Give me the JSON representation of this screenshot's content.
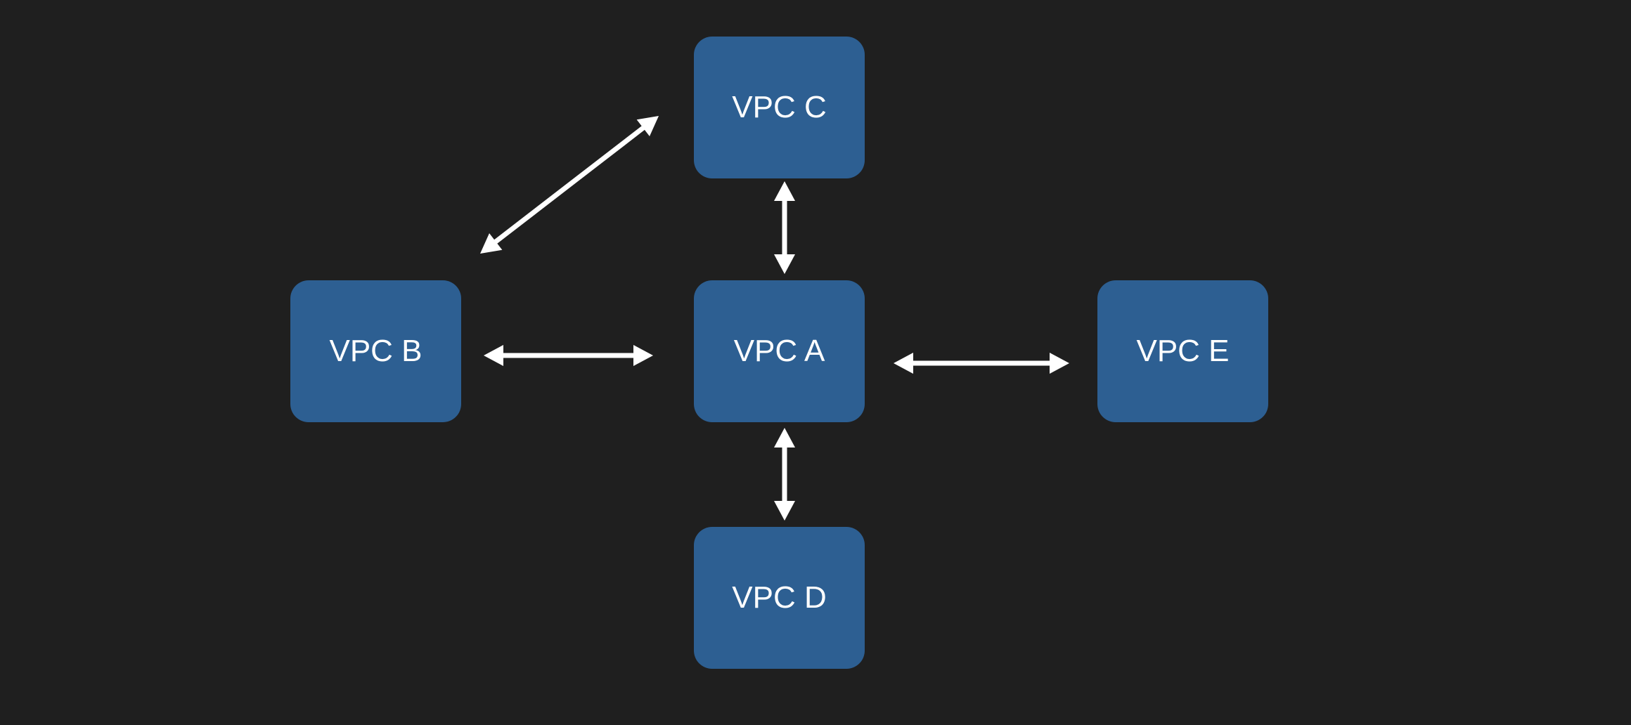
{
  "colors": {
    "background": "#1f1f1f",
    "node_fill": "#2d5f92",
    "arrow": "#ffffff"
  },
  "nodes": {
    "a": {
      "label": "VPC A"
    },
    "b": {
      "label": "VPC B"
    },
    "c": {
      "label": "VPC C"
    },
    "d": {
      "label": "VPC D"
    },
    "e": {
      "label": "VPC E"
    }
  },
  "connections": [
    {
      "from": "b",
      "to": "c",
      "direction": "bidirectional"
    },
    {
      "from": "c",
      "to": "a",
      "direction": "bidirectional"
    },
    {
      "from": "b",
      "to": "a",
      "direction": "bidirectional"
    },
    {
      "from": "a",
      "to": "e",
      "direction": "bidirectional"
    },
    {
      "from": "a",
      "to": "d",
      "direction": "bidirectional"
    }
  ]
}
